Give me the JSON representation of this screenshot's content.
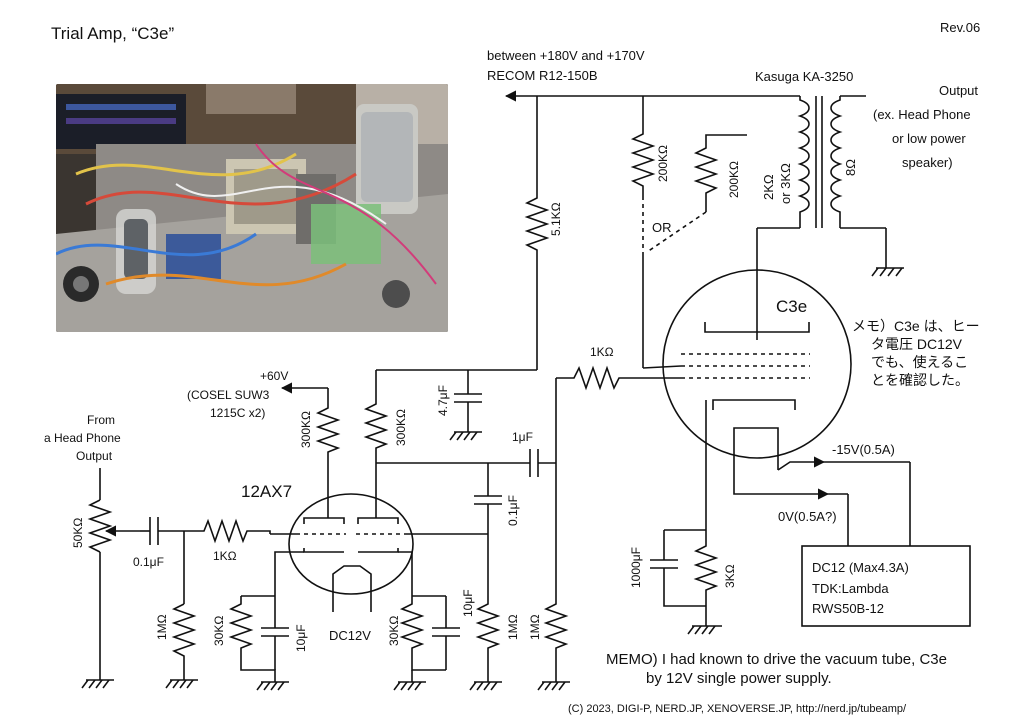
{
  "title": "Trial Amp, “C3e”",
  "revision": "Rev.06",
  "photo": {
    "kind": "amplifier-prototype-photo"
  },
  "supply_note": {
    "line1": "between +180V and  +170V",
    "line2": "RECOM R12-150B"
  },
  "transformer": {
    "label": "Kasuga KA-3250",
    "primary": "2KΩ",
    "primary_alt": "or 3KΩ",
    "secondary": "8Ω"
  },
  "output": {
    "line1": "Output",
    "line2": "(ex. Head Phone",
    "line3": "or low power",
    "line4": "speaker)"
  },
  "plate_loads": {
    "r1": "200KΩ",
    "r2": "200KΩ",
    "or": "OR"
  },
  "r_5k1": "5.1KΩ",
  "tube_c3e": "C3e",
  "memo_jp": {
    "line1": "メモ）C3e は、ヒー",
    "line2": "タ電圧 DC12V",
    "line3": "でも、使えるこ",
    "line4": "とを確認した。"
  },
  "r_grid_c3e": "1KΩ",
  "c_4u7": "4.7μF",
  "c_1u": "1μF",
  "plus60": {
    "line1": "+60V",
    "line2": "(COSEL SUW3",
    "line3": "1215C x2)"
  },
  "r_300k_a": "300KΩ",
  "r_300k_b": "300KΩ",
  "input": {
    "line1": "From",
    "line2": "a Head Phone",
    "line3": "Output"
  },
  "tube_12ax7": "12AX7",
  "c_0u1_right": "0.1μF",
  "pot": "50KΩ",
  "c_0u1_in": "0.1μF",
  "r_1k_in": "1KΩ",
  "r_1m_a": "1MΩ",
  "r_30k_a": "30KΩ",
  "c_10u_a": "10μF",
  "heater_12ax7": "DC12V",
  "r_30k_b": "30KΩ",
  "c_10u_b": "10μF",
  "r_1m_b": "1MΩ",
  "r_1m_c": "1MΩ",
  "c_1000u": "1000μF",
  "r_3k": "3KΩ",
  "minus15": "-15V(0.5A)",
  "zero_v": "0V(0.5A?)",
  "psu": {
    "line1": "DC12 (Max4.3A)",
    "line2": "TDK:Lambda",
    "line3": "RWS50B-12"
  },
  "memo_en": {
    "line1": "MEMO) I had known to drive the vacuum tube, C3e",
    "line2": "by 12V single power supply."
  },
  "copyright": "(C) 2023, DIGI-P, NERD.JP, XENOVERSE.JP, http://nerd.jp/tubeamp/",
  "colors": {
    "ink": "#111111",
    "background": "#ffffff"
  }
}
